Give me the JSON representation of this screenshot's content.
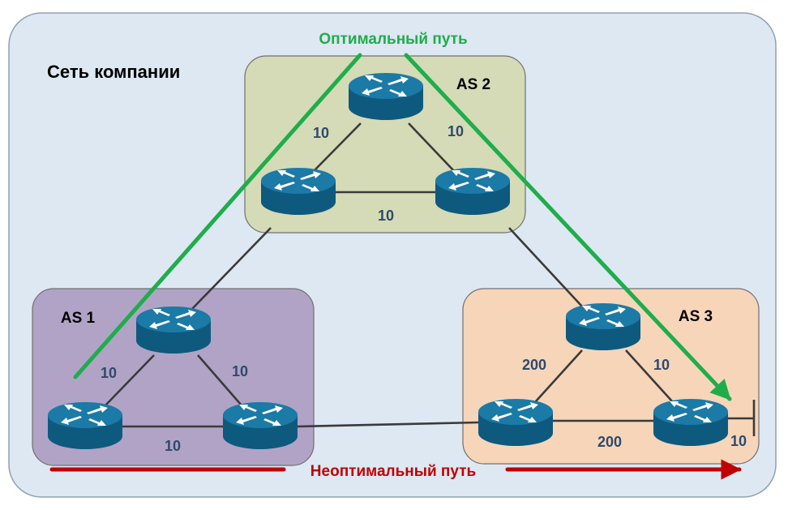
{
  "diagram": {
    "title": "Сеть компании",
    "optimal_path_label": "Оптимальный путь",
    "suboptimal_path_label": "Неоптимальный путь",
    "colors": {
      "network_bg": "#dde8f2",
      "as1_bg": "#b1a3c6",
      "as2_bg": "#d4dbb6",
      "as3_bg": "#f7d5b9",
      "optimal_path": "#1fad4b",
      "suboptimal_path": "#c00000",
      "link_cost_text": "#2e4a6b",
      "router": "#1b6f97"
    },
    "autonomous_systems": [
      {
        "id": "as1",
        "label": "AS 1"
      },
      {
        "id": "as2",
        "label": "AS 2"
      },
      {
        "id": "as3",
        "label": "AS 3"
      }
    ],
    "link_costs": {
      "as2_left": "10",
      "as2_right": "10",
      "as2_bottom": "10",
      "as1_left": "10",
      "as1_right": "10",
      "as1_bottom": "10",
      "as3_left": "200",
      "as3_right": "10",
      "as3_bottom": "200",
      "as3_exit": "10"
    },
    "icons": [
      "router-icon"
    ]
  }
}
